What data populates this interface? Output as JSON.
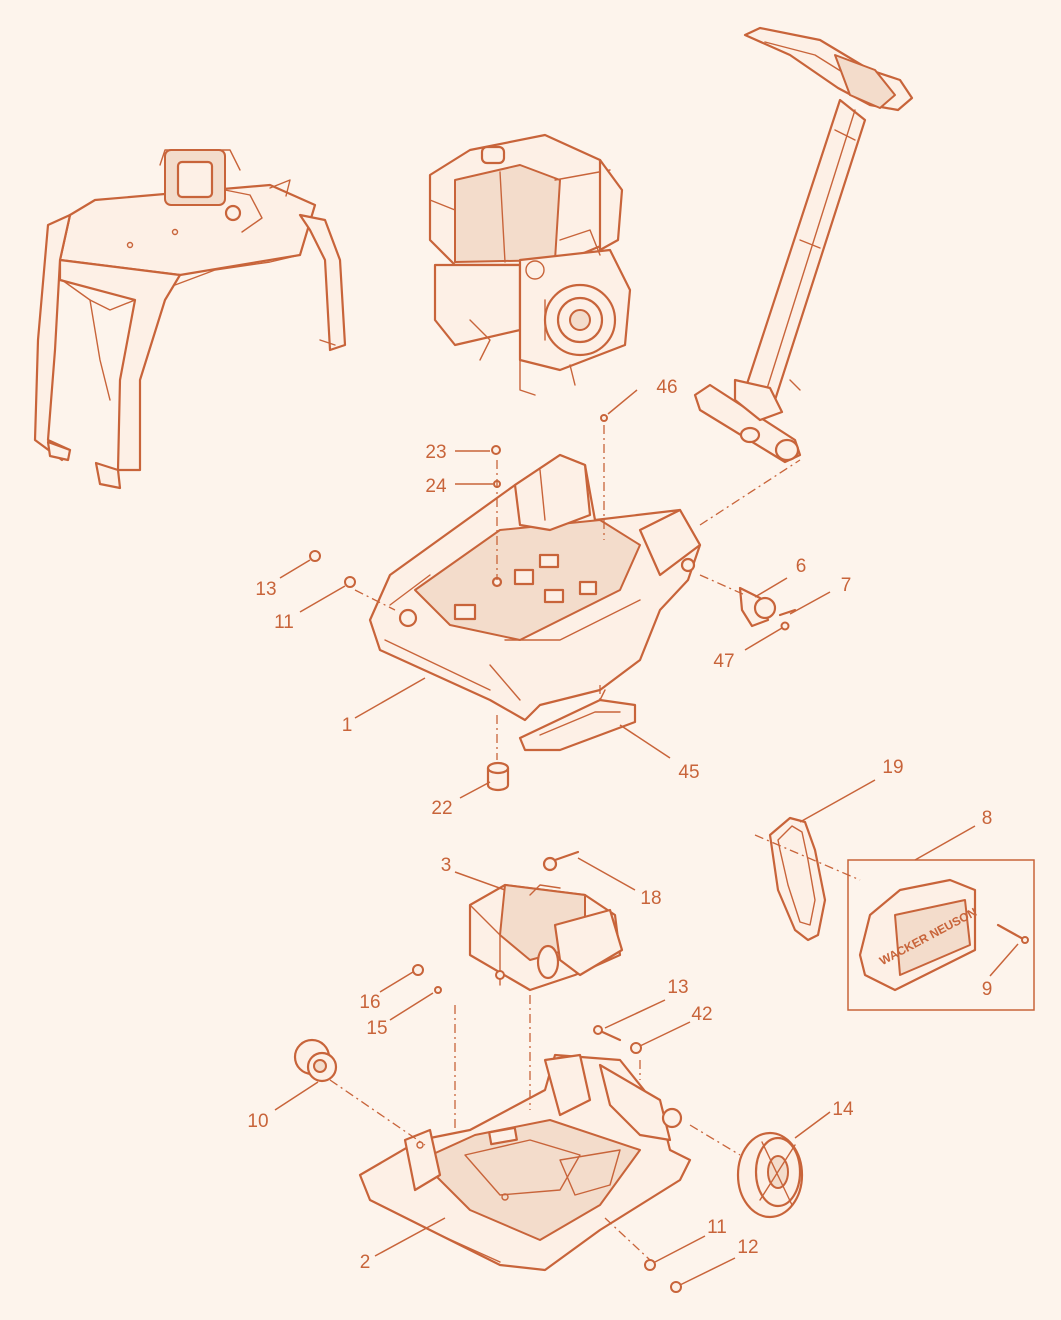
{
  "colors": {
    "line": "#c8643a",
    "background": "#fdf4ec",
    "part_fill": "#f3dccb"
  },
  "brand_logo": "WACKER NEUSON",
  "callouts": {
    "c1": "1",
    "c2": "2",
    "c3": "3",
    "c6": "6",
    "c7": "7",
    "c8": "8",
    "c9": "9",
    "c10": "10",
    "c11a": "11",
    "c11b": "11",
    "c12": "12",
    "c13a": "13",
    "c13b": "13",
    "c14": "14",
    "c15": "15",
    "c16": "16",
    "c18": "18",
    "c19": "19",
    "c22": "22",
    "c23": "23",
    "c24": "24",
    "c42": "42",
    "c45": "45",
    "c46": "46",
    "c47": "47"
  }
}
